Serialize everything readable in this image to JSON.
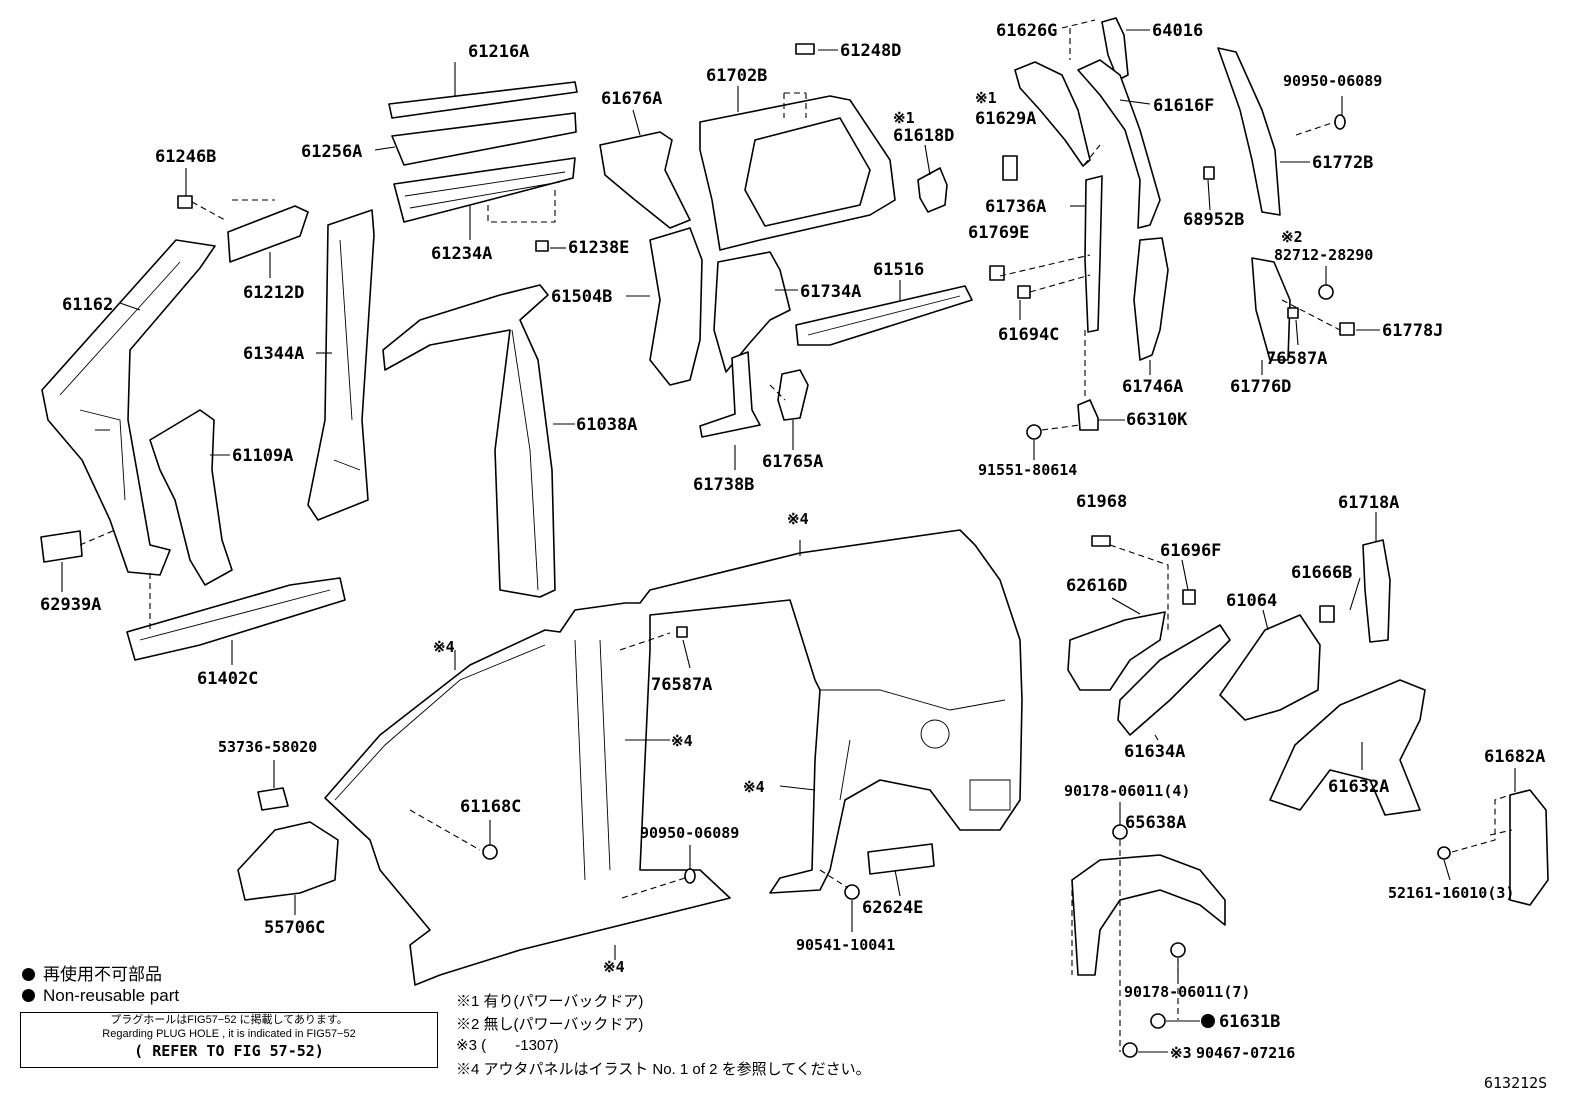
{
  "part_labels": [
    {
      "id": "61216A",
      "text": "61216A"
    },
    {
      "id": "61256A",
      "text": "61256A"
    },
    {
      "id": "61234A",
      "text": "61234A"
    },
    {
      "id": "61238E",
      "text": "61238E"
    },
    {
      "id": "61246B",
      "text": "61246B"
    },
    {
      "id": "61212D",
      "text": "61212D"
    },
    {
      "id": "61162",
      "text": "61162"
    },
    {
      "id": "61344A",
      "text": "61344A"
    },
    {
      "id": "61109A",
      "text": "61109A"
    },
    {
      "id": "62939A",
      "text": "62939A"
    },
    {
      "id": "61402C",
      "text": "61402C"
    },
    {
      "id": "61676A",
      "text": "61676A"
    },
    {
      "id": "61504B",
      "text": "61504B"
    },
    {
      "id": "61038A",
      "text": "61038A"
    },
    {
      "id": "61702B",
      "text": "61702B"
    },
    {
      "id": "61248D",
      "text": "61248D"
    },
    {
      "id": "61618D",
      "text": "61618D"
    },
    {
      "id": "61734A",
      "text": "61734A"
    },
    {
      "id": "61516",
      "text": "61516"
    },
    {
      "id": "61738B",
      "text": "61738B"
    },
    {
      "id": "61765A",
      "text": "61765A"
    },
    {
      "id": "61626G",
      "text": "61626G"
    },
    {
      "id": "64016",
      "text": "64016"
    },
    {
      "id": "61629A",
      "text": "61629A"
    },
    {
      "id": "61616F",
      "text": "61616F"
    },
    {
      "id": "61736A",
      "text": "61736A"
    },
    {
      "id": "61769E",
      "text": "61769E"
    },
    {
      "id": "61694C",
      "text": "61694C"
    },
    {
      "id": "61746A",
      "text": "61746A"
    },
    {
      "id": "66310K",
      "text": "66310K"
    },
    {
      "id": "91551-80614",
      "text": "91551-80614"
    },
    {
      "id": "90950-06089a",
      "text": "90950-06089"
    },
    {
      "id": "61772B",
      "text": "61772B"
    },
    {
      "id": "68952B",
      "text": "68952B"
    },
    {
      "id": "82712-28290",
      "text": "82712-28290"
    },
    {
      "id": "61778J",
      "text": "61778J"
    },
    {
      "id": "76587Aa",
      "text": "76587A"
    },
    {
      "id": "61776D",
      "text": "61776D"
    },
    {
      "id": "61968",
      "text": "61968"
    },
    {
      "id": "61696F",
      "text": "61696F"
    },
    {
      "id": "62616D",
      "text": "62616D"
    },
    {
      "id": "61064",
      "text": "61064"
    },
    {
      "id": "61718A",
      "text": "61718A"
    },
    {
      "id": "61666B",
      "text": "61666B"
    },
    {
      "id": "61634A",
      "text": "61634A"
    },
    {
      "id": "61632A",
      "text": "61632A"
    },
    {
      "id": "61682A",
      "text": "61682A"
    },
    {
      "id": "52161-16010(3)",
      "text": "52161-16010(3)"
    },
    {
      "id": "90178-06011(4)",
      "text": "90178-06011(4)"
    },
    {
      "id": "65638A",
      "text": "65638A"
    },
    {
      "id": "90178-06011(7)",
      "text": "90178-06011(7)"
    },
    {
      "id": "61631B",
      "text": "61631B"
    },
    {
      "id": "90467-07216",
      "text": "90467-07216"
    },
    {
      "id": "76587Ab",
      "text": "76587A"
    },
    {
      "id": "53736-58020",
      "text": "53736-58020"
    },
    {
      "id": "55706C",
      "text": "55706C"
    },
    {
      "id": "61168C",
      "text": "61168C"
    },
    {
      "id": "90950-06089b",
      "text": "90950-06089"
    },
    {
      "id": "90541-10041",
      "text": "90541-10041"
    },
    {
      "id": "62624E",
      "text": "62624E"
    }
  ],
  "markers": {
    "m1": "※1",
    "m2": "※2",
    "m3": "※3",
    "m4": "※4"
  },
  "legend": {
    "jp": "再使用不可部品",
    "en": "Non-reusable part"
  },
  "note_box": {
    "line1": "プラグホールはFIG57−52 に掲載してあります。",
    "line2": "Regarding PLUG HOLE , it is indicated in FIG57−52",
    "line3": "( REFER TO FIG 57-52)"
  },
  "remarks": [
    "※1 有り(パワーバックドア)",
    "※2 無し(パワーバックドア)",
    "※3 (       -1307)",
    "※4 アウタパネルはイラスト No. 1 of 2 を参照してください。"
  ],
  "figure_id": "613212S"
}
